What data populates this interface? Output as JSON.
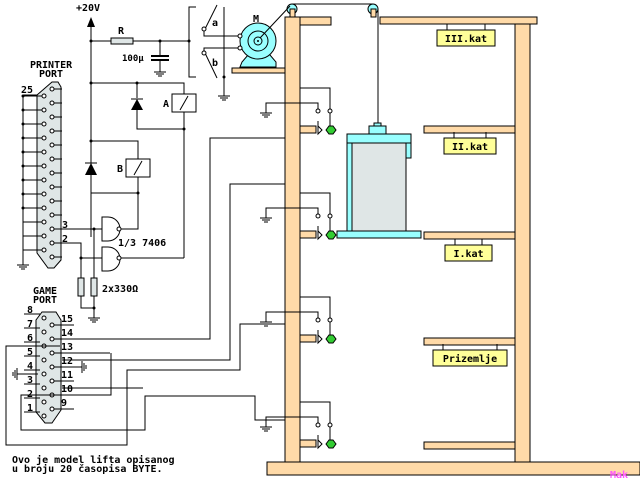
{
  "power": {
    "label": "+20V"
  },
  "resistor_r": {
    "label": "R"
  },
  "capacitor": {
    "label": "100µ"
  },
  "motor": {
    "label": "M"
  },
  "switch_a": {
    "label": "a"
  },
  "switch_b": {
    "label": "b"
  },
  "relay_a": {
    "label": "A"
  },
  "relay_b": {
    "label": "B"
  },
  "gate": {
    "label": "1/3 7406"
  },
  "pulldown": {
    "label": "2x330Ω"
  },
  "printer_port": {
    "title_line1": "PRINTER",
    "title_line2": "PORT",
    "pin_labels": [
      "25",
      "3",
      "2"
    ]
  },
  "game_port": {
    "title_line1": "GAME",
    "title_line2": "PORT",
    "left_pins": [
      "8",
      "7",
      "6",
      "5",
      "4",
      "3",
      "2",
      "1"
    ],
    "right_pins": [
      "15",
      "14",
      "13",
      "12",
      "11",
      "10",
      "9"
    ]
  },
  "floors": [
    {
      "label": "III.kat"
    },
    {
      "label": "II.kat"
    },
    {
      "label": "I.kat"
    },
    {
      "label": "Prizemlje"
    }
  ],
  "caption": {
    "line1": "Ovo je model lifta opisanog",
    "line2": "u broju 20 časopisa BYTE."
  },
  "author": {
    "label": "Mak",
    "color": "#ff55ff"
  },
  "colors": {
    "wood": "#ffdaa8",
    "sign": "#ffff99",
    "cabin_frame": "#99ffff",
    "cabin_body": "#dfe6e6",
    "sensor": "#33cc33"
  }
}
